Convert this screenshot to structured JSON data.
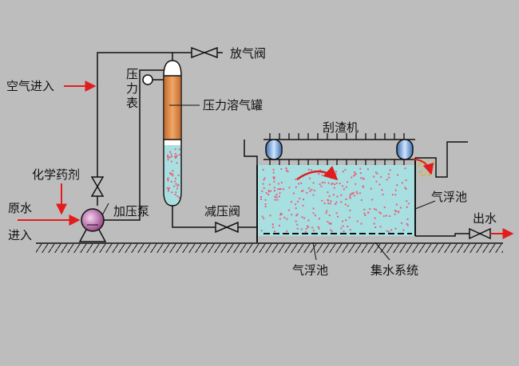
{
  "labels": {
    "vent_valve": "放气阀",
    "air_inlet": "空气进入",
    "pressure_gauge": "压力表",
    "dissolving_tank": "压力溶气罐",
    "scraper": "刮渣机",
    "chemicals": "化学药剂",
    "raw_water": "原水",
    "inlet": "进入",
    "booster_pump": "加压泵",
    "reducing_valve": "减压阀",
    "flotation_tank_right": "气浮池",
    "water_out": "出水",
    "flotation_tank_bottom": "气浮池",
    "collection_system": "集水系统"
  },
  "colors": {
    "background": "#bdbdbd",
    "water": "#a8e0e2",
    "arrow": "#e21c1c",
    "bubble": "#e8607a",
    "tank_orange": "#d9864a",
    "line": "#111111"
  }
}
